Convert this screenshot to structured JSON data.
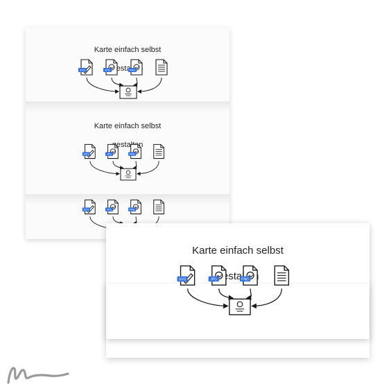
{
  "card": {
    "title": "Karte einfach selbst gestalten",
    "title_line1": "Karte einfach selbst",
    "title_line2": "gestalten"
  },
  "file_badges": [
    "SVG",
    "JPG",
    "PNG"
  ],
  "icons": [
    "svg-file-icon",
    "jpg-file-icon",
    "png-file-icon",
    "text-document-icon",
    "card-preview-icon",
    "arrow-icon"
  ],
  "colors": {
    "badge": "#2f6fe0",
    "line": "#1a1a1a",
    "paper": "#ffffff",
    "shadow": "#cccccc",
    "signature": "#999999"
  }
}
